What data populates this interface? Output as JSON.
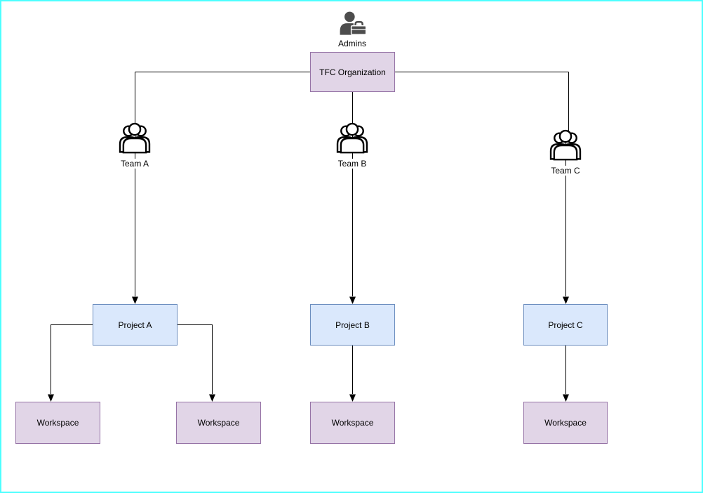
{
  "colors": {
    "canvas-border": "#4DFFFF",
    "purple-fill": "#E1D5E7",
    "purple-stroke": "#9673A6",
    "blue-fill": "#DAE8FC",
    "blue-stroke": "#6C8EBF",
    "line": "#000000",
    "admin-icon": "#4D4D4D"
  },
  "diagram": {
    "admins": {
      "label": "Admins",
      "icon": "admin-user-with-briefcase-icon"
    },
    "organization": {
      "label": "TFC Organization"
    },
    "teams": [
      {
        "label": "Team A",
        "icon": "users-group-icon"
      },
      {
        "label": "Team B",
        "icon": "users-group-icon"
      },
      {
        "label": "Team C",
        "icon": "users-group-icon"
      }
    ],
    "projects": [
      {
        "label": "Project A"
      },
      {
        "label": "Project B"
      },
      {
        "label": "Project C"
      }
    ],
    "workspaces": [
      {
        "label": "Workspace"
      },
      {
        "label": "Workspace"
      },
      {
        "label": "Workspace"
      },
      {
        "label": "Workspace"
      }
    ]
  }
}
